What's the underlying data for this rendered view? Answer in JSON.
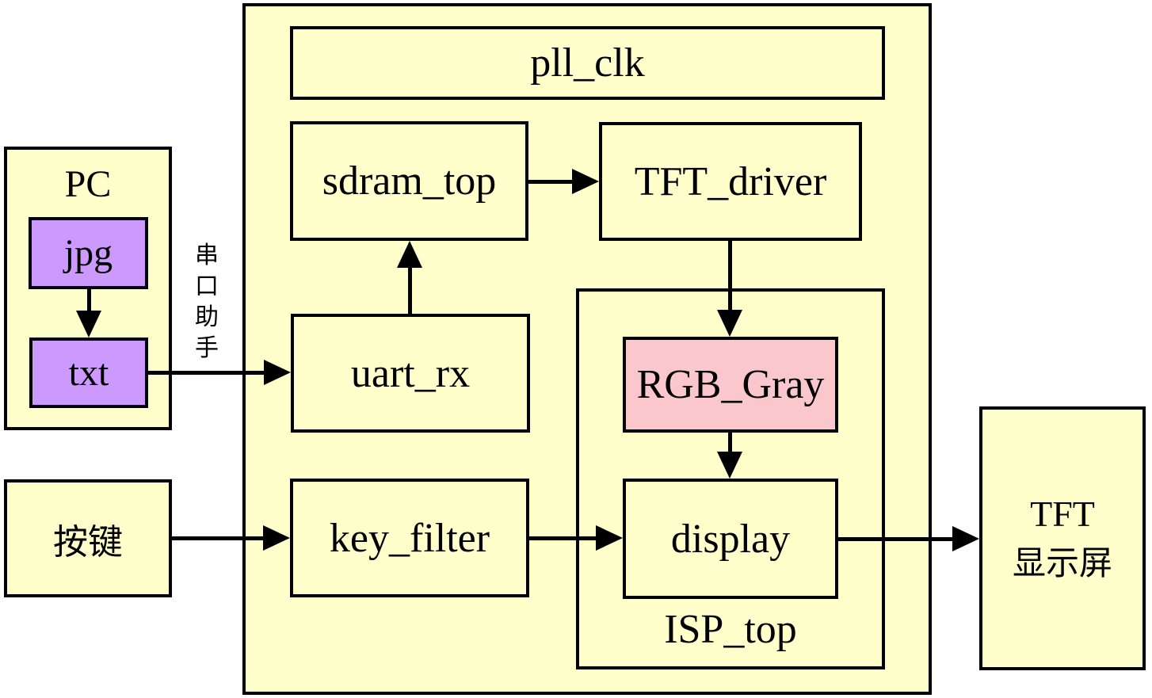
{
  "blocks": {
    "pc": "PC",
    "jpg": "jpg",
    "txt": "txt",
    "serial_helper": "串口助手",
    "key_input": "按键",
    "pll_clk": "pll_clk",
    "sdram_top": "sdram_top",
    "tft_driver": "TFT_driver",
    "uart_rx": "uart_rx",
    "key_filter": "key_filter",
    "rgb_gray": "RGB_Gray",
    "display": "display",
    "isp_top": "ISP_top",
    "tft_screen": {
      "line1": "TFT",
      "line2": "显示屏"
    }
  },
  "edges": [
    {
      "from": "jpg",
      "to": "txt"
    },
    {
      "from": "txt",
      "to": "uart_rx",
      "via": "串口助手"
    },
    {
      "from": "uart_rx",
      "to": "sdram_top"
    },
    {
      "from": "sdram_top",
      "to": "tft_driver"
    },
    {
      "from": "tft_driver",
      "to": "rgb_gray"
    },
    {
      "from": "rgb_gray",
      "to": "display"
    },
    {
      "from": "key_input",
      "to": "key_filter"
    },
    {
      "from": "key_filter",
      "to": "display"
    },
    {
      "from": "display",
      "to": "tft_screen"
    }
  ],
  "colors": {
    "module_fill": "#FFFFCC",
    "file_fill": "#CC99FF",
    "highlight_fill": "#F9C7CC",
    "line": "#000000",
    "background": "#FFFFFF"
  }
}
